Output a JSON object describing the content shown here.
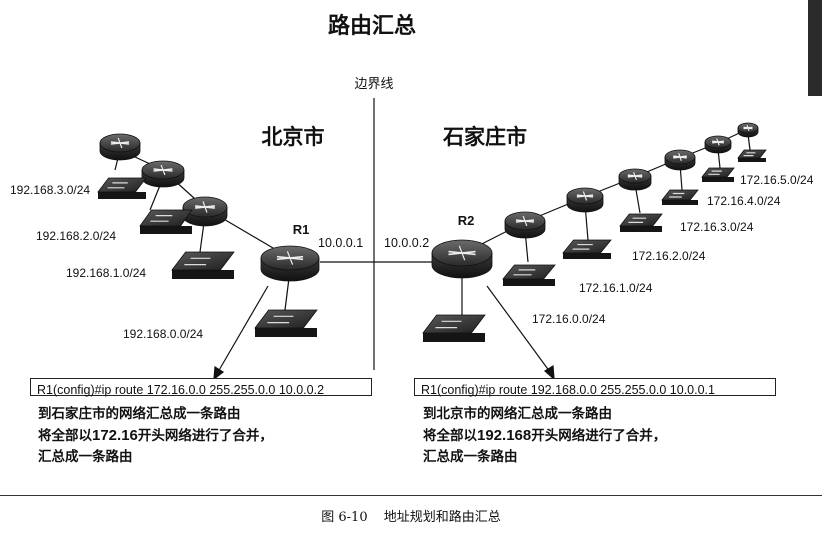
{
  "title": "路由汇总",
  "boundary_label": "边界线",
  "regions": {
    "left": "北京市",
    "right": "石家庄市"
  },
  "routers": [
    {
      "name": "R1",
      "ip": "10.0.0.1"
    },
    {
      "name": "R2",
      "ip": "10.0.0.2"
    }
  ],
  "left_networks": [
    "192.168.3.0/24",
    "192.168.2.0/24",
    "192.168.1.0/24",
    "192.168.0.0/24"
  ],
  "right_networks": [
    "172.16.5.0/24",
    "172.16.4.0/24",
    "172.16.3.0/24",
    "172.16.2.0/24",
    "172.16.1.0/24",
    "172.16.0.0/24"
  ],
  "commands": {
    "left": "R1(config)#ip route 172.16.0.0 255.255.0.0 10.0.0.2",
    "right": "R1(config)#ip route 192.168.0.0 255.255.0.0 10.0.0.1"
  },
  "notes": {
    "left": {
      "line1": "到石家庄市的网络汇总成一条路由",
      "line2_pre": "将全部以",
      "line2_bold": "172.16",
      "line2_post": "开头网络进行了合并，",
      "line3": "汇总成一条路由"
    },
    "right": {
      "line1": "到北京市的网络汇总成一条路由",
      "line2_pre": "将全部以",
      "line2_bold": "192.168",
      "line2_post": "开头网络进行了合并，",
      "line3": "汇总成一条路由"
    }
  },
  "caption": {
    "figure": "图 6-10",
    "text": "地址规划和路由汇总"
  },
  "colors": {
    "device_dark": "#1c1c1c",
    "device_mid": "#4a4a4a",
    "line": "#111111"
  }
}
